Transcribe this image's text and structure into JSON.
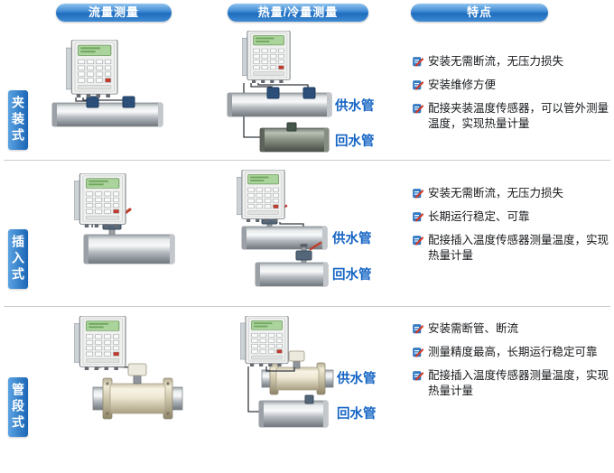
{
  "page": {
    "headers": [
      {
        "label": "流量测量"
      },
      {
        "label": "热量/冷量测量"
      },
      {
        "label": "特点"
      }
    ]
  },
  "rows": [
    {
      "type_label": "夹装式",
      "pipes": {
        "supply": "供水管",
        "return": "回水管"
      },
      "features": [
        "安装无需断流，无压力损失",
        "安装维修方便",
        "配接夹装温度传感器，可以管外测量温度，实现热量计量"
      ]
    },
    {
      "type_label": "插入式",
      "pipes": {
        "supply": "供水管",
        "return": "回水管"
      },
      "features": [
        "安装无需断流，无压力损失",
        "长期运行稳定、可靠",
        "配接插入温度传感器测量温度，实现热量计量"
      ]
    },
    {
      "type_label": "管段式",
      "pipes": {
        "supply": "供水管",
        "return": "回水管"
      },
      "features": [
        "安装需断管、断流",
        "测量精度最高，长期运行稳定可靠",
        "配接插入温度传感器测量温度，实现热量计量"
      ]
    }
  ],
  "colors": {
    "header_blue": "#2373c4",
    "pipe_label_blue": "#1464c4",
    "bullet_blue": "#2e7bc9",
    "bullet_red": "#d13b2a"
  }
}
